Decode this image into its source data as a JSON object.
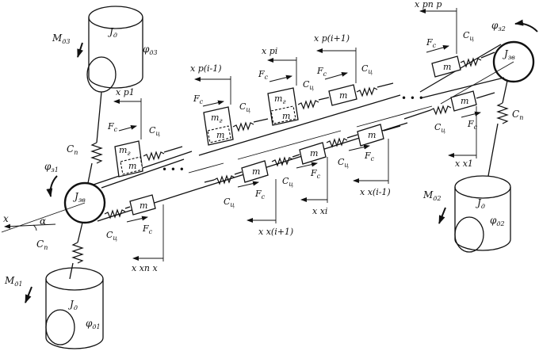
{
  "labels": {
    "j_dr": "J",
    "j_dr_sub": "д",
    "j_zv": "J",
    "j_zv_sub": "зв",
    "m": "m",
    "m_g": "m",
    "m_g_sub": "г",
    "fc": "F",
    "fc_sub": "c",
    "cc": "C",
    "cc_sub": "ц",
    "cp": "C",
    "cp_sub": "п",
    "x": "x",
    "alpha": "α",
    "m_d1": "M",
    "m_d1_sub": "д1",
    "m_d2": "M",
    "m_d2_sub": "д2",
    "m_d3": "M",
    "m_d3_sub": "д3",
    "phi_d1": "φ",
    "phi_d1_sub": "д1",
    "phi_d2": "φ",
    "phi_d2_sub": "д2",
    "phi_d3": "φ",
    "phi_d3_sub": "д3",
    "phi_z1": "φ",
    "phi_z1_sub": "з1",
    "phi_z2": "φ",
    "phi_z2_sub": "з2",
    "xp1": "x p1",
    "xpi_1": "x p(i-1)",
    "xpi": "x pi",
    "xpi1": "x p(i+1)",
    "xpnp": "x pn p",
    "xx1": "x x1",
    "xxi_1": "x x(i-1)",
    "xxi": "x xi",
    "xxi1": "x x(i+1)",
    "xxnx": "x xn x",
    "dots": "• • •"
  }
}
